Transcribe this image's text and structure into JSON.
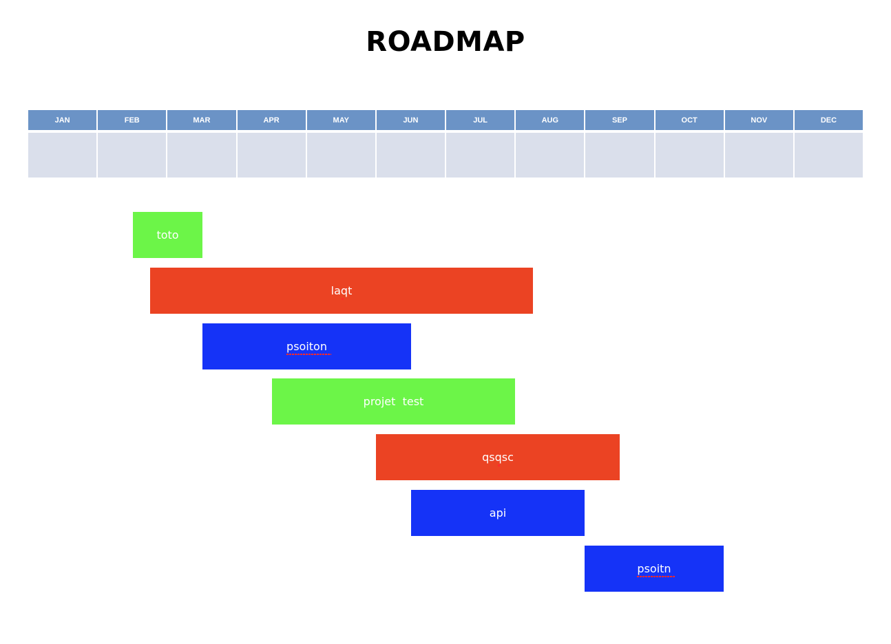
{
  "title": "ROADMAP",
  "months": [
    "JAN",
    "FEB",
    "MAR",
    "APR",
    "MAY",
    "JUN",
    "JUL",
    "AUG",
    "SEP",
    "OCT",
    "NOV",
    "DEC"
  ],
  "colors": {
    "header": "#6b93c6",
    "body": "#dadfeb",
    "green": "#6cf548",
    "red": "#eb4323",
    "blue": "#1533f7"
  },
  "tasks": [
    {
      "label": "toto",
      "color": "green"
    },
    {
      "label": "laqt",
      "color": "red"
    },
    {
      "label": "psoiton",
      "color": "blue"
    },
    {
      "label": "projet  test",
      "color": "green"
    },
    {
      "label": "qsqsc",
      "color": "red"
    },
    {
      "label": "api",
      "color": "blue"
    },
    {
      "label": "psoitn",
      "color": "blue"
    }
  ]
}
